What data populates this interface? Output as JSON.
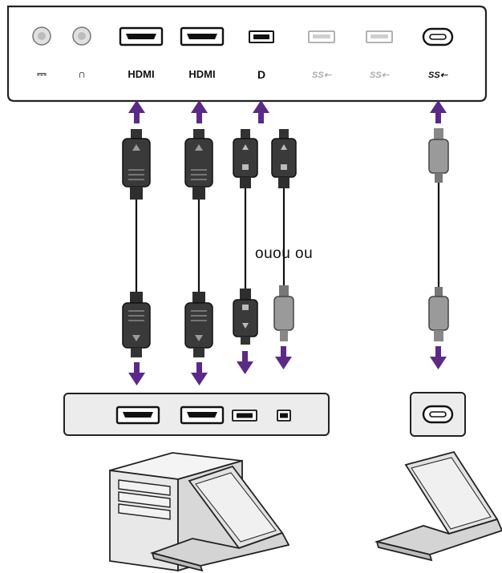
{
  "monitor_panel": {
    "ports": [
      {
        "label": "⎓",
        "kind": "power"
      },
      {
        "label": "∩",
        "kind": "headphone"
      },
      {
        "label": "HDMI",
        "kind": "hdmi"
      },
      {
        "label": "HDMI",
        "kind": "hdmi"
      },
      {
        "label": "D",
        "kind": "displayport"
      },
      {
        "label": "SS⇠",
        "kind": "usb-a"
      },
      {
        "label": "SS⇠",
        "kind": "usb-a"
      },
      {
        "label": "SS⇠",
        "kind": "usb-c"
      }
    ]
  },
  "or_text": "ouou ou",
  "colors": {
    "arrow": "#5b2a86",
    "outline": "#222222",
    "panel_fill": "#ffffff",
    "device_fill": "#ececec",
    "connector_dark": "#3a3a3a",
    "connector_light": "#9a9a9a"
  }
}
